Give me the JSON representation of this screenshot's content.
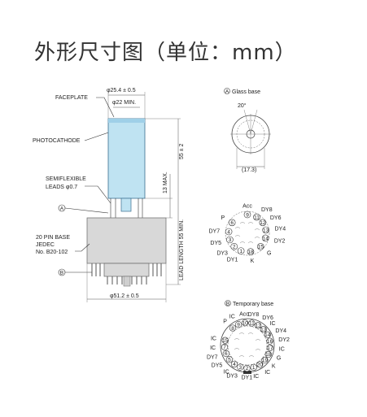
{
  "title": "外形尺寸图（单位：mm）",
  "side_view": {
    "faceplate": "FACEPLATE",
    "photocathode": "PHOTOCATHODE",
    "semiflexible_line1": "SEMIFLEXIBLE",
    "semiflexible_line2": "LEADS φ0.7",
    "base_line1": "20 PIN BASE",
    "base_line2": "JEDEC",
    "base_line3": "No. B20-102",
    "marker_a": "A",
    "marker_b": "B",
    "dim_outer_dia": "φ25.4 ± 0.5",
    "dim_inner_dia": "φ22 MIN.",
    "dim_height": "55 ± 2",
    "dim_13max": "13 MAX.",
    "dim_lead": "LEAD LENGTH 55 MIN.",
    "dim_base_dia": "φ51.2 ± 0.5"
  },
  "glass_base": {
    "title": "Glass base",
    "marker": "A",
    "angle": "20°",
    "dim": "(17.3)"
  },
  "glass_base_pins": [
    {
      "label": "Acc",
      "num": "9"
    },
    {
      "label": "DY8",
      "num": "11"
    },
    {
      "label": "DY6",
      "num": "12"
    },
    {
      "label": "DY4",
      "num": "13"
    },
    {
      "label": "DY2",
      "num": "14"
    },
    {
      "label": "G",
      "num": "15"
    },
    {
      "label": "K",
      "num": "18"
    },
    {
      "label": "DY1",
      "num": "1"
    },
    {
      "label": "DY3",
      "num": "2"
    },
    {
      "label": "DY5",
      "num": "3"
    },
    {
      "label": "DY7",
      "num": "4"
    },
    {
      "label": "P",
      "num": "6"
    }
  ],
  "temporary_base": {
    "title": "Temporary base",
    "marker": "B"
  },
  "temporary_base_pins": [
    {
      "label": "P",
      "num": "8"
    },
    {
      "label": "IC",
      "num": "9"
    },
    {
      "label": "Acc",
      "num": "10"
    },
    {
      "label": "DY8",
      "num": "11"
    },
    {
      "label": "DY6",
      "num": "12"
    },
    {
      "label": "IC",
      "num": "13"
    },
    {
      "label": "DY4",
      "num": "14"
    },
    {
      "label": "DY2",
      "num": "16"
    },
    {
      "label": "IC",
      "num": "17"
    },
    {
      "label": "G",
      "num": "18"
    },
    {
      "label": "K",
      "num": "19"
    },
    {
      "label": "IC",
      "num": "20"
    },
    {
      "label": "IC",
      "num": "1"
    },
    {
      "label": "DY1",
      "num": "2"
    },
    {
      "label": "DY3",
      "num": "3"
    },
    {
      "label": "IC",
      "num": "4"
    },
    {
      "label": "DY5",
      "num": "5"
    },
    {
      "label": "DY7",
      "num": "6"
    },
    {
      "label": "IC",
      "num": "7"
    },
    {
      "label": "IC",
      "num": "15"
    }
  ]
}
